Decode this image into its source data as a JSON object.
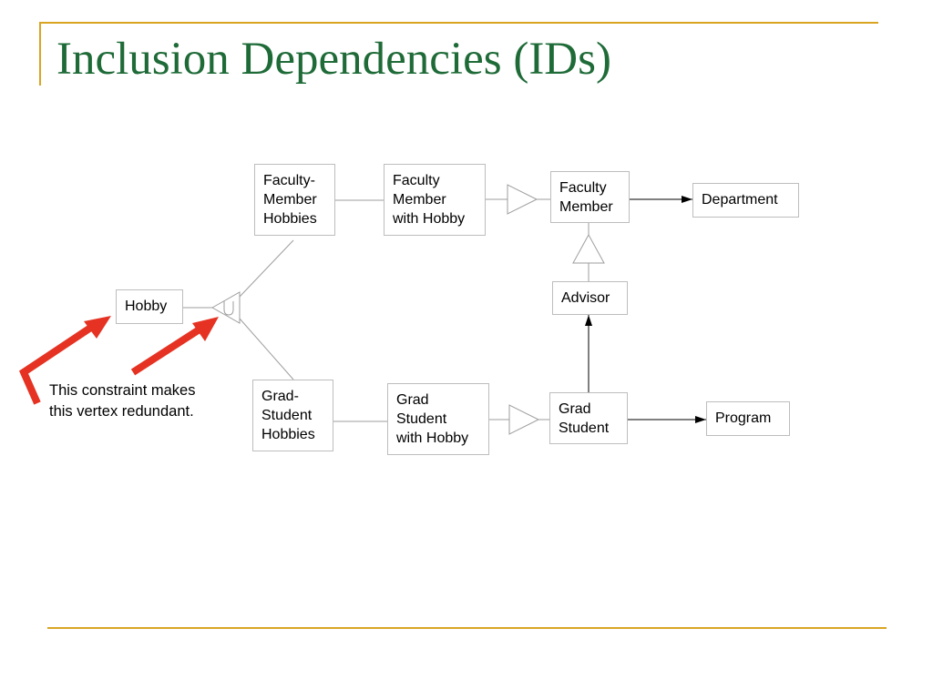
{
  "slide": {
    "title": "Inclusion Dependencies (IDs)",
    "title_color": "#1f6b38",
    "border_color": "#d9a521"
  },
  "diagram": {
    "line_color": "#9e9e9e",
    "arrow_color": "#e53222",
    "nodes": {
      "faculty_member_hobbies": [
        "Faculty-",
        "Member",
        "Hobbies"
      ],
      "faculty_member_with_hobby": [
        "Faculty",
        "Member",
        "with Hobby"
      ],
      "faculty_member": [
        "Faculty",
        "Member"
      ],
      "department": [
        "Department"
      ],
      "hobby": [
        "Hobby"
      ],
      "advisor": [
        "Advisor"
      ],
      "grad_student_hobbies": [
        "Grad-",
        "Student",
        "Hobbies"
      ],
      "grad_student_with_hobby": [
        "Grad",
        "Student",
        "with Hobby"
      ],
      "grad_student": [
        "Grad",
        "Student"
      ],
      "program": [
        "Program"
      ]
    },
    "union_symbol": "∪",
    "callout": [
      "This constraint makes",
      "this vertex redundant."
    ]
  }
}
